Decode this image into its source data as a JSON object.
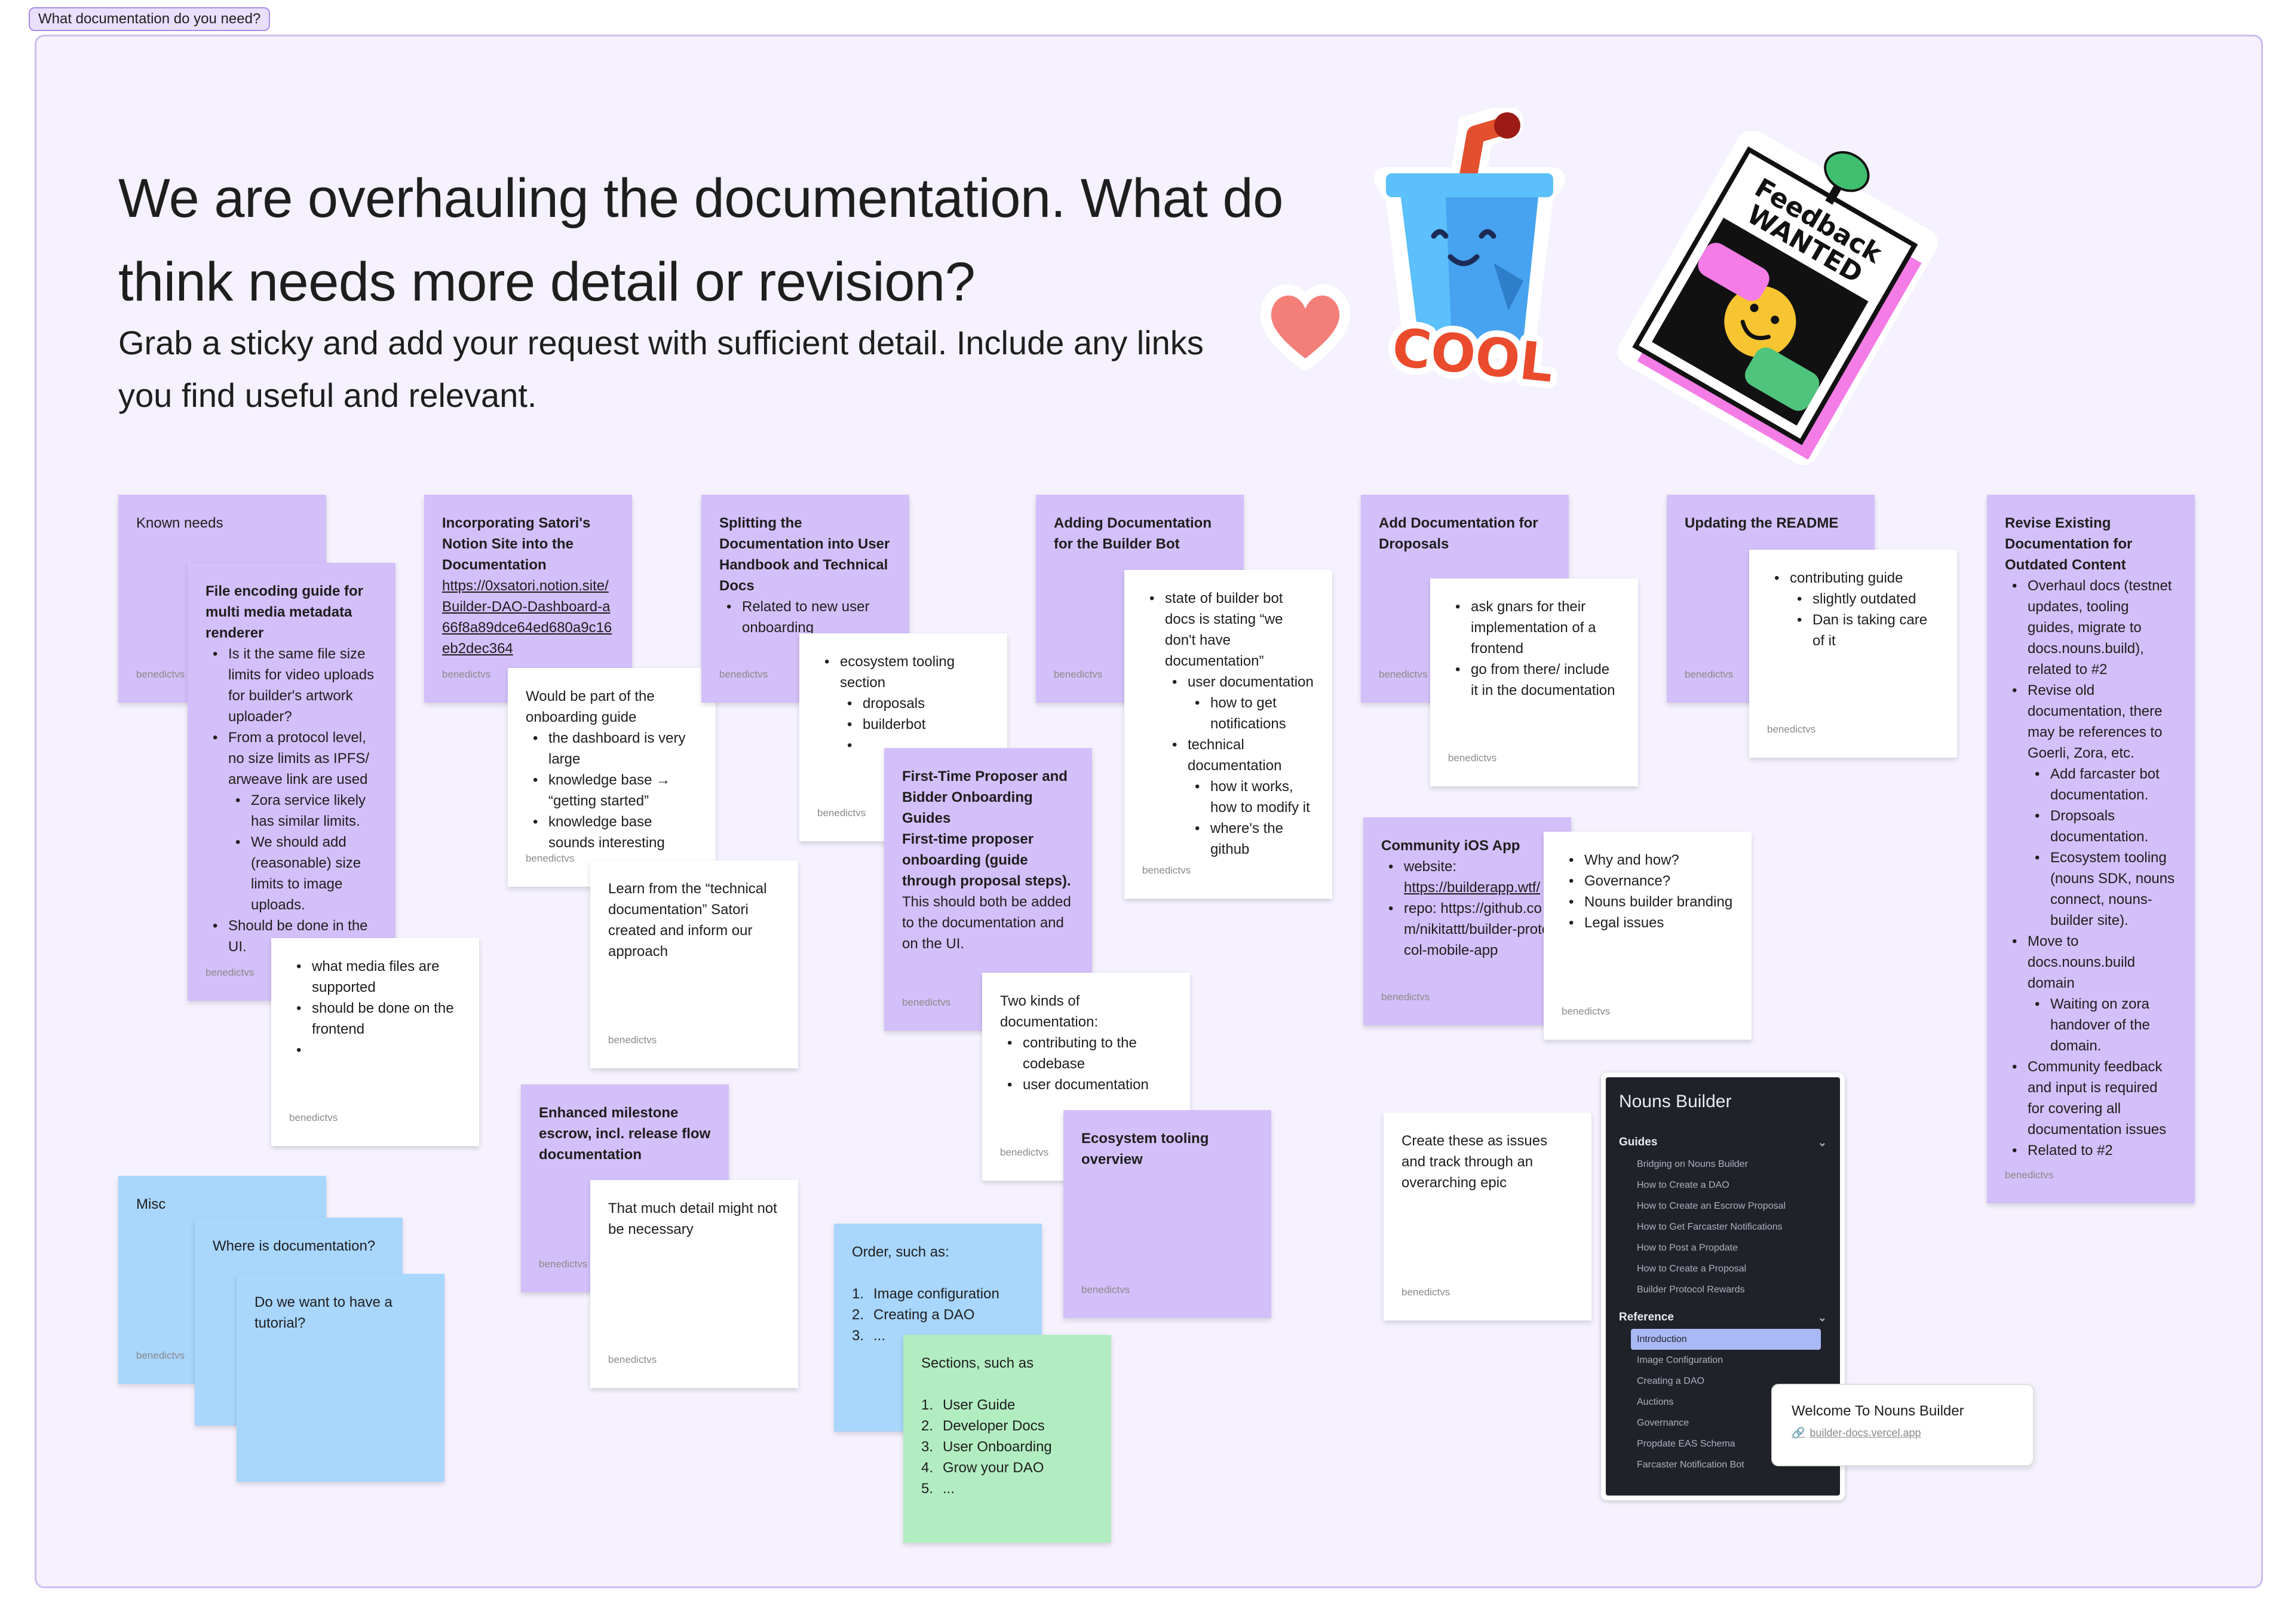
{
  "section": {
    "label": "What documentation do you need?"
  },
  "header": {
    "headline": "We are overhauling the documentation. What do think needs more detail or revision?",
    "subline": "Grab a sticky and add your request with sufficient detail. Include any links you find useful and relevant."
  },
  "stickers": {
    "cool": {
      "text": "COOL",
      "icon": "cool-cup-sticker"
    },
    "feedback": {
      "line1": "Feedback",
      "line2": "WANTED",
      "icon": "feedback-wanted-sticker"
    },
    "heart": {
      "icon": "heart-sticker"
    }
  },
  "colors": {
    "purple": "#d3bff9",
    "blue": "#a8d6fd",
    "green": "#b2edc1",
    "white": "#ffffff",
    "section_bg": "#f5f1fe"
  },
  "author": "benedictvs",
  "stickies": {
    "known_needs": {
      "title": "Known needs"
    },
    "file_encoding": {
      "title": "File encoding guide for multi media metadata renderer",
      "b1": "Is it the same file size limits for video uploads for builder's artwork uploader?",
      "b2": "From a protocol level, no size limits as IPFS/ arweave link are used",
      "b2a": "Zora service likely has similar limits.",
      "b2b": "We should add (reasonable) size limits to image uploads.",
      "b3": "Should be done in the UI."
    },
    "media_files": {
      "b1": "what media files are supported",
      "b2": "should be done on the frontend",
      "b3": ""
    },
    "satori": {
      "title": "Incorporating Satori's Notion Site into the Documentation",
      "link": "https://0xsatori.notion.site/Builder-DAO-Dashboard-a66f8a89dce64ed680a9c16eb2dec364"
    },
    "onboarding_guide": {
      "intro": "Would be part of the onboarding guide",
      "b1": "the dashboard is very large",
      "b2": "knowledge base → “getting started”",
      "b3": "knowledge base sounds interesting"
    },
    "learn_from": {
      "text": "Learn from the “technical documentation” Satori created and inform our approach"
    },
    "milestone": {
      "title": "Enhanced milestone escrow, incl. release flow documentation"
    },
    "much_detail": {
      "text": "That much detail might not be necessary"
    },
    "splitting": {
      "title": "Splitting the Documentation into User Handbook and Technical Docs",
      "b1": "Related to new user onboarding"
    },
    "eco_tooling_section": {
      "b1": "ecosystem tooling section",
      "b1a": "droposals",
      "b1b": "builderbot",
      "b1c": ""
    },
    "first_time": {
      "title": "First-Time Proposer and Bidder Onboarding Guides",
      "bold2": "First-time proposer onboarding (guide through proposal steps).",
      "text": "This should both be added to the documentation and on the UI."
    },
    "two_kinds": {
      "intro": "Two kinds of documentation:",
      "b1": "contributing to the codebase",
      "b2": "user documentation"
    },
    "eco_overview": {
      "title": "Ecosystem tooling overview"
    },
    "builder_bot": {
      "title": "Adding Documentation for the Builder Bot"
    },
    "bot_state": {
      "b1": "state of builder bot docs is stating “we don't have documentation”",
      "b1a": "user documentation",
      "b1a1": "how to get notifications",
      "b1b": "technical documentation",
      "b1b1": "how it works, how to modify it",
      "b1b2": "where's the github"
    },
    "droposals": {
      "title": "Add Documentation for Droposals"
    },
    "gnars": {
      "b1": "ask gnars for their implementation of a frontend",
      "b2": "go from there/ include it in the documentation"
    },
    "ios_app": {
      "title": "Community iOS App",
      "b1_label": "website: ",
      "b1_link": "https://builderapp.wtf/",
      "b2": "repo: https://github.com/nikitattt/builder-protocol-mobile-app"
    },
    "why_how": {
      "b1": "Why and how?",
      "b2": "Governance?",
      "b3": "Nouns builder branding",
      "b4": "Legal issues"
    },
    "create_issues": {
      "text": "Create these as issues and track through an overarching epic"
    },
    "readme": {
      "title": "Updating the README"
    },
    "contributing": {
      "b1": "contributing guide",
      "b1a": "slightly outdated",
      "b1b": "Dan is taking care of it"
    },
    "revise": {
      "title": "Revise Existing Documentation for Outdated Content",
      "b1": "Overhaul docs (testnet updates, tooling guides, migrate to docs.nouns.build), related to #2",
      "b2": "Revise old documentation, there may be references to Goerli, Zora, etc.",
      "b2a": "Add farcaster bot documentation.",
      "b2b": "Dropsoals documentation.",
      "b2c": "Ecosystem tooling (nouns SDK, nouns connect, nouns-builder site).",
      "b3": "Move to docs.nouns.build domain",
      "b3a": "Waiting on zora handover of the domain.",
      "b4": "Community feedback and input is required for covering all documentation issues",
      "b5": "Related to #2"
    },
    "misc": {
      "title": "Misc"
    },
    "where_docs": {
      "text": "Where is documentation?"
    },
    "tutorial": {
      "text": "Do we want to have a tutorial?"
    },
    "order": {
      "intro": "Order, such as:",
      "i1": "Image configuration",
      "i2": "Creating a DAO",
      "i3": "..."
    },
    "sections": {
      "intro": "Sections, such as",
      "i1": "User Guide",
      "i2": "Developer Docs",
      "i3": "User Onboarding",
      "i4": "Grow your DAO",
      "i5": "..."
    }
  },
  "docs_panel": {
    "title": "Nouns Builder",
    "guides_label": "Guides",
    "guides": [
      "Bridging on Nouns Builder",
      "How to Create a DAO",
      "How to Create an Escrow Proposal",
      "How to Get Farcaster Notifications",
      "How to Post a Propdate",
      "How to Create a Proposal",
      "Builder Protocol Rewards"
    ],
    "reference_label": "Reference",
    "reference": [
      "Introduction",
      "Image Configuration",
      "Creating a DAO",
      "Auctions",
      "Governance",
      "Propdate EAS Schema",
      "Farcaster Notification Bot"
    ],
    "active": "Introduction"
  },
  "link_card": {
    "title": "Welcome To Nouns Builder",
    "url": "builder-docs.vercel.app",
    "icon": "link-icon"
  }
}
